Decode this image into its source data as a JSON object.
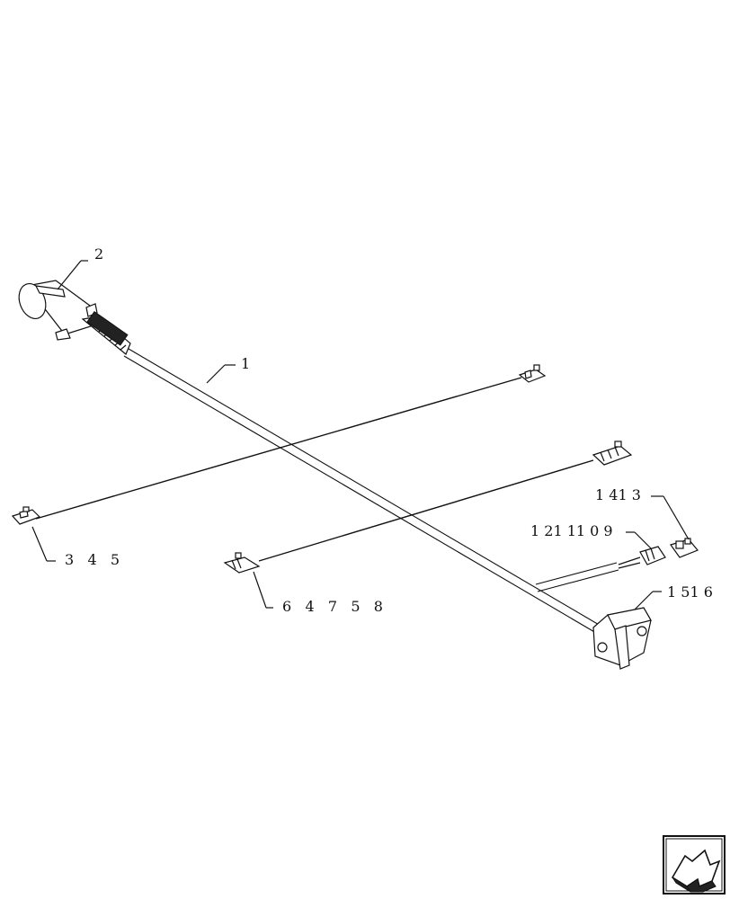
{
  "callouts": {
    "c1": "1",
    "c2": "2",
    "c345": "3   4   5",
    "c64758": "6   4   7   5   8",
    "c1413": "1 41 3",
    "c1211109": "1 21 11 0 9",
    "c1516": "1 51 6"
  },
  "nav": {
    "icon": "next-page-arrow-icon"
  }
}
